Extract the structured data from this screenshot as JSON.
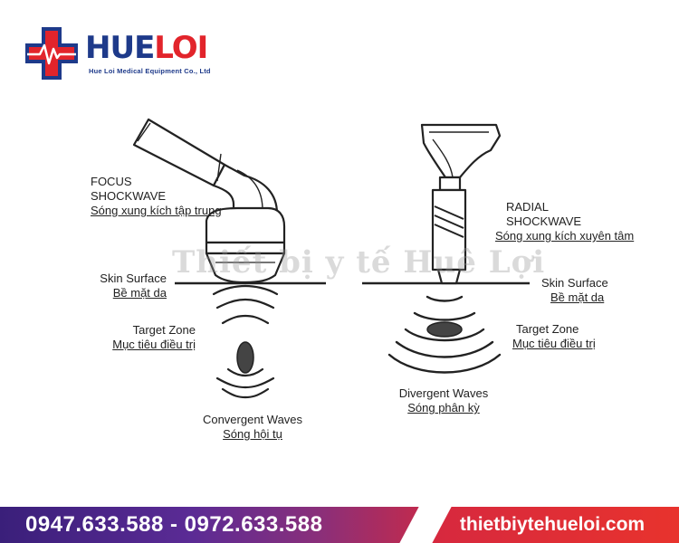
{
  "logo": {
    "word_a": "HUE",
    "word_b": "LOI",
    "tagline": "Hue Loi Medical Equipment Co., Ltd",
    "colors": {
      "blue": "#1e3a8a",
      "red": "#e2242b"
    }
  },
  "watermark": "Thiết bị y tế Huê Lợi",
  "focus": {
    "device_en_1": "FOCUS",
    "device_en_2": "SHOCKWAVE",
    "device_vi": "Sóng xung kích tập trung",
    "skin_en": "Skin Surface",
    "skin_vi": "Bề mặt da",
    "target_en": "Target Zone",
    "target_vi": "Mục tiêu điều trị",
    "waves_en": "Convergent Waves",
    "waves_vi": "Sóng hội tụ"
  },
  "radial": {
    "device_en_1": "RADIAL",
    "device_en_2": "SHOCKWAVE",
    "device_vi": "Sóng xung kích xuyên tâm",
    "skin_en": "Skin Surface",
    "skin_vi": "Bề mặt da",
    "target_en": "Target Zone",
    "target_vi": "Mục tiêu điều trị",
    "waves_en": "Divergent Waves",
    "waves_vi": "Sóng phân kỳ"
  },
  "footer": {
    "phones": "0947.633.588 - 0972.633.588",
    "website": "thietbiytehueloi.com",
    "colors": {
      "left_start": "#3a1f7a",
      "right": "#e8332d"
    }
  }
}
